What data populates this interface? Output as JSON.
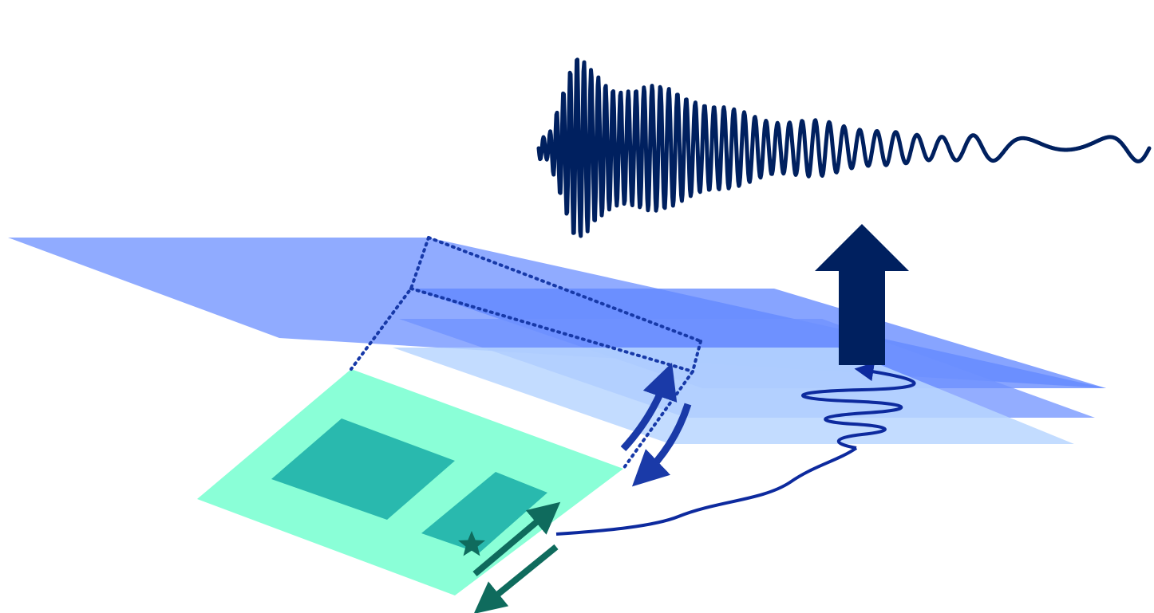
{
  "colors": {
    "background": "#ffffff",
    "surface_layer": "#8aa6ff",
    "layer_mid": "#5f86ff",
    "layer_low": "#b9d6ff",
    "fault_plane": "#8affd7",
    "asperity": "#29b9ae",
    "dotted_outline": "#1739a8",
    "slip_arrows_upper": "#1a3aa8",
    "slip_arrows_lower": "#0f6b5d",
    "hypocenter_star": "#0f6b5d",
    "wave_path": "#0d2a9e",
    "seismogram": "#00205f",
    "up_arrow": "#00205f"
  },
  "icons": {
    "hypocenter": "star-icon",
    "ground_motion": "up-arrow-icon"
  },
  "figure": {
    "elements": [
      "surface-layer-plane",
      "sediment-layers",
      "fault-plane",
      "asperity-large",
      "asperity-small",
      "hypocenter-star",
      "slip-arrows-upper",
      "slip-arrows-lower",
      "seismic-wave-path",
      "site-amplification-wiggle",
      "ground-motion-up-arrow",
      "seismogram-trace"
    ]
  }
}
